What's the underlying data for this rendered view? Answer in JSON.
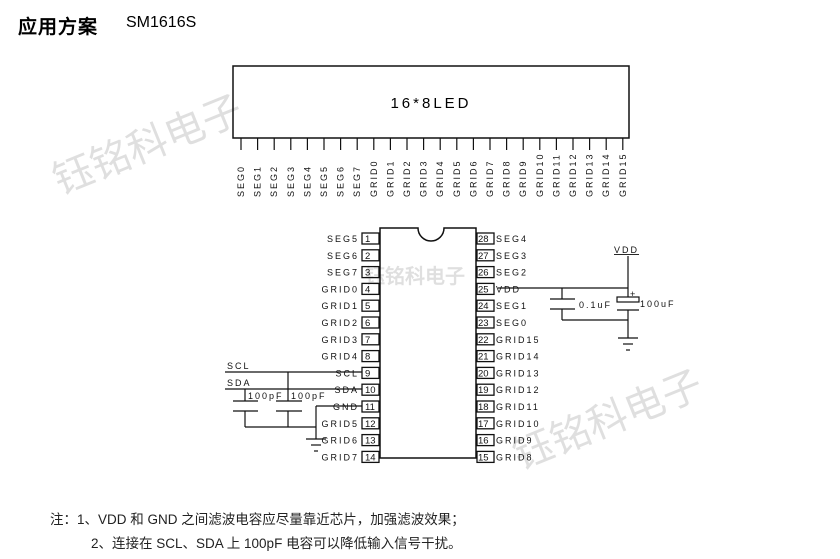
{
  "header": {
    "title": "应用方案",
    "model": "SM1616S"
  },
  "display": {
    "label": "16*8LED"
  },
  "display_pins": [
    "SEG0",
    "SEG1",
    "SEG2",
    "SEG3",
    "SEG4",
    "SEG5",
    "SEG6",
    "SEG7",
    "GRID0",
    "GRID1",
    "GRID2",
    "GRID3",
    "GRID4",
    "GRID5",
    "GRID6",
    "GRID7",
    "GRID8",
    "GRID9",
    "GRID10",
    "GRID11",
    "GRID12",
    "GRID13",
    "GRID14",
    "GRID15"
  ],
  "ic": {
    "left_pins": [
      {
        "num": "1",
        "name": "SEG5"
      },
      {
        "num": "2",
        "name": "SEG6"
      },
      {
        "num": "3",
        "name": "SEG7"
      },
      {
        "num": "4",
        "name": "GRID0"
      },
      {
        "num": "5",
        "name": "GRID1"
      },
      {
        "num": "6",
        "name": "GRID2"
      },
      {
        "num": "7",
        "name": "GRID3"
      },
      {
        "num": "8",
        "name": "GRID4"
      },
      {
        "num": "9",
        "name": "SCL"
      },
      {
        "num": "10",
        "name": "SDA"
      },
      {
        "num": "11",
        "name": "GND"
      },
      {
        "num": "12",
        "name": "GRID5"
      },
      {
        "num": "13",
        "name": "GRID6"
      },
      {
        "num": "14",
        "name": "GRID7"
      }
    ],
    "right_pins": [
      {
        "num": "28",
        "name": "SEG4"
      },
      {
        "num": "27",
        "name": "SEG3"
      },
      {
        "num": "26",
        "name": "SEG2"
      },
      {
        "num": "25",
        "name": "VDD"
      },
      {
        "num": "24",
        "name": "SEG1"
      },
      {
        "num": "23",
        "name": "SEG0"
      },
      {
        "num": "22",
        "name": "GRID15"
      },
      {
        "num": "21",
        "name": "GRID14"
      },
      {
        "num": "20",
        "name": "GRID13"
      },
      {
        "num": "19",
        "name": "GRID12"
      },
      {
        "num": "18",
        "name": "GRID11"
      },
      {
        "num": "17",
        "name": "GRID10"
      },
      {
        "num": "16",
        "name": "GRID9"
      },
      {
        "num": "15",
        "name": "GRID8"
      }
    ]
  },
  "signals": {
    "scl": "SCL",
    "sda": "SDA",
    "vdd": "VDD"
  },
  "components": {
    "cap_scl": "100pF",
    "cap_sda": "100pF",
    "cap_small": "0.1uF",
    "cap_bulk": "100uF",
    "polarity": "+"
  },
  "watermark": "钰铭科电子",
  "notes": {
    "line1": "注：1、VDD 和 GND 之间滤波电容应尽量靠近芯片，加强滤波效果；",
    "line2": "2、连接在 SCL、SDA 上 100pF 电容可以降低输入信号干扰。"
  }
}
